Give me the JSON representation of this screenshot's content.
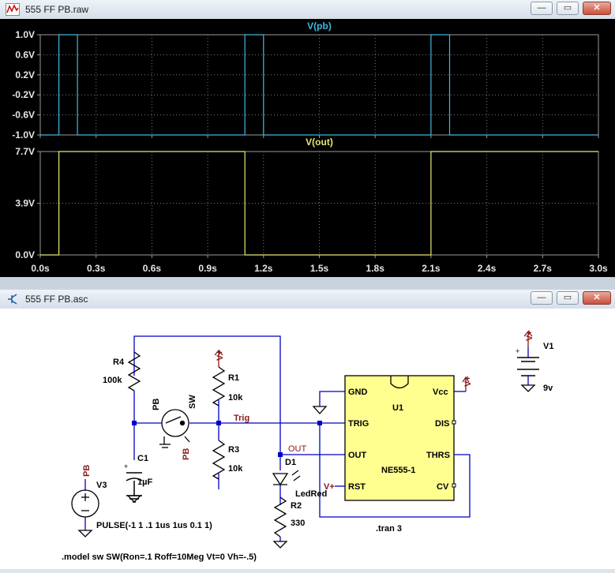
{
  "plot_window": {
    "title": "555 FF PB.raw",
    "buttons": {
      "minimize": "—",
      "restore": "▭",
      "close": "✕"
    }
  },
  "schematic_window": {
    "title": "555 FF PB.asc",
    "buttons": {
      "minimize": "—",
      "restore": "▭",
      "close": "✕"
    }
  },
  "chart_data": [
    {
      "type": "line",
      "title": "V(pb)",
      "color": "#3fb8e0",
      "yticks": [
        "1.0V",
        "0.6V",
        "0.2V",
        "-0.2V",
        "-0.6V",
        "-1.0V"
      ],
      "ylim": [
        -1.0,
        1.0
      ],
      "series": [
        {
          "name": "V(pb)",
          "x": [
            0,
            0.1,
            0.1,
            0.2,
            0.2,
            1.1,
            1.1,
            1.2,
            1.2,
            2.1,
            2.1,
            2.2,
            2.2,
            3.0
          ],
          "y": [
            -1,
            -1,
            1,
            1,
            -1,
            -1,
            1,
            1,
            -1,
            -1,
            1,
            1,
            -1,
            -1
          ]
        }
      ]
    },
    {
      "type": "line",
      "title": "V(out)",
      "color": "#e8e870",
      "yticks": [
        "7.7V",
        "3.9V",
        "0.0V"
      ],
      "ylim": [
        0,
        7.7
      ],
      "xticks": [
        "0.0s",
        "0.3s",
        "0.6s",
        "0.9s",
        "1.2s",
        "1.5s",
        "1.8s",
        "2.1s",
        "2.4s",
        "2.7s",
        "3.0s"
      ],
      "xlim": [
        0,
        3.0
      ],
      "series": [
        {
          "name": "V(out)",
          "x": [
            0,
            0.1,
            0.1,
            1.1,
            1.1,
            2.1,
            2.1,
            3.0
          ],
          "y": [
            0,
            0,
            7.7,
            7.7,
            0,
            0,
            7.7,
            7.7
          ]
        }
      ]
    }
  ],
  "schematic": {
    "labels": {
      "r4_name": "R4",
      "r4_val": "100k",
      "pb_label": "PB",
      "sw_label": "SW",
      "pb_sub": "PB",
      "r1_name": "R1",
      "r1_val": "10k",
      "r3_name": "R3",
      "r3_val": "10k",
      "c1_name": "C1",
      "c1_val": "1µF",
      "trig": "Trig",
      "out": "OUT",
      "d1": "D1",
      "led": "LedRed",
      "r2_name": "R2",
      "r2_val": "330",
      "v3_pb": "PB",
      "v3_name": "V3",
      "pulse": "PULSE(-1 1 .1 1us 1us 0.1 1)",
      "model": ".model sw SW(Ron=.1 Roff=10Meg Vt=0 Vh=-.5)",
      "tran": ".tran 3",
      "u1": "U1",
      "ne555": "NE555-1",
      "gnd": "GND",
      "trig_pin": "TRIG",
      "out_pin": "OUT",
      "rst": "RST",
      "vcc": "Vcc",
      "dis": "DIS",
      "thrs": "THRS",
      "cv": "CV",
      "vplus_r1": "V+",
      "vplus_u1": "V+",
      "vplus_rst": "V+",
      "vplus_v1": "V+",
      "v1_name": "V1",
      "v1_val": "9v"
    },
    "colors": {
      "wire": "#0000c8",
      "net_label": "#8a1a1a",
      "part": "#000000",
      "ic_fill": "#ffff90"
    }
  }
}
